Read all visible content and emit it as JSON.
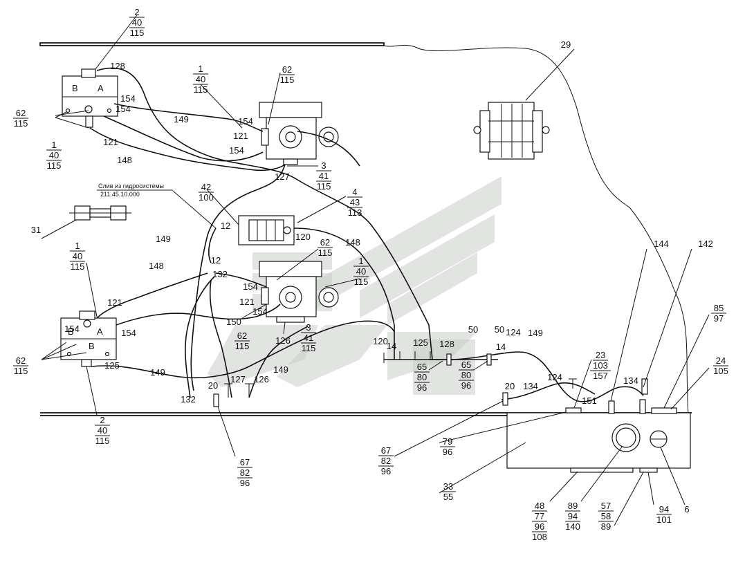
{
  "caption": {
    "line1": "Слив из гидросистемы",
    "line2": "211.45.10.000"
  },
  "callouts": [
    {
      "id": "c_2_top",
      "lines": [
        "2",
        "40",
        "115"
      ]
    },
    {
      "id": "c_128_top",
      "lines": [
        "128"
      ]
    },
    {
      "id": "c_1_top",
      "lines": [
        "1",
        "40",
        "115"
      ]
    },
    {
      "id": "c_62_topright",
      "lines": [
        "62",
        "115"
      ]
    },
    {
      "id": "c_29",
      "lines": [
        "29"
      ]
    },
    {
      "id": "c_154_a",
      "lines": [
        "154"
      ]
    },
    {
      "id": "c_154_b",
      "lines": [
        "154"
      ]
    },
    {
      "id": "c_62_left",
      "lines": [
        "62",
        "115"
      ]
    },
    {
      "id": "c_149_a",
      "lines": [
        "149"
      ]
    },
    {
      "id": "c_154_c",
      "lines": [
        "154"
      ]
    },
    {
      "id": "c_121_a",
      "lines": [
        "121"
      ]
    },
    {
      "id": "c_154_d",
      "lines": [
        "154"
      ]
    },
    {
      "id": "c_121_b",
      "lines": [
        "121"
      ]
    },
    {
      "id": "c_1_left",
      "lines": [
        "1",
        "40",
        "115"
      ]
    },
    {
      "id": "c_148_a",
      "lines": [
        "148"
      ]
    },
    {
      "id": "c_127_a",
      "lines": [
        "127"
      ]
    },
    {
      "id": "c_3_top",
      "lines": [
        "3",
        "41",
        "115"
      ]
    },
    {
      "id": "c_42",
      "lines": [
        "42",
        "100"
      ]
    },
    {
      "id": "c_4",
      "lines": [
        "4",
        "43",
        "113"
      ]
    },
    {
      "id": "c_31",
      "lines": [
        "31"
      ]
    },
    {
      "id": "c_12_a",
      "lines": [
        "12"
      ]
    },
    {
      "id": "c_120_a",
      "lines": [
        "120"
      ]
    },
    {
      "id": "c_149_b",
      "lines": [
        "149"
      ]
    },
    {
      "id": "c_12_b",
      "lines": [
        "12"
      ]
    },
    {
      "id": "c_62_mid",
      "lines": [
        "62",
        "115"
      ]
    },
    {
      "id": "c_148_b",
      "lines": [
        "148"
      ]
    },
    {
      "id": "c_1_mid",
      "lines": [
        "1",
        "40",
        "115"
      ]
    },
    {
      "id": "c_148_c",
      "lines": [
        "148"
      ]
    },
    {
      "id": "c_132_a",
      "lines": [
        "132"
      ]
    },
    {
      "id": "c_154_e",
      "lines": [
        "154"
      ]
    },
    {
      "id": "c_1_lower",
      "lines": [
        "1",
        "40",
        "115"
      ]
    },
    {
      "id": "c_121_c",
      "lines": [
        "121"
      ]
    },
    {
      "id": "c_121_d",
      "lines": [
        "121"
      ]
    },
    {
      "id": "c_154_f",
      "lines": [
        "154"
      ]
    },
    {
      "id": "c_150",
      "lines": [
        "150"
      ]
    },
    {
      "id": "c_3_mid",
      "lines": [
        "3",
        "41",
        "115"
      ]
    },
    {
      "id": "c_154_g",
      "lines": [
        "154"
      ]
    },
    {
      "id": "c_126_a",
      "lines": [
        "126"
      ]
    },
    {
      "id": "c_62_low",
      "lines": [
        "62",
        "115"
      ]
    },
    {
      "id": "c_154_h",
      "lines": [
        "154"
      ]
    },
    {
      "id": "c_62_leftlow",
      "lines": [
        "62",
        "115"
      ]
    },
    {
      "id": "c_125_a",
      "lines": [
        "125"
      ]
    },
    {
      "id": "c_149_c",
      "lines": [
        "149"
      ]
    },
    {
      "id": "c_2_bottom",
      "lines": [
        "2",
        "40",
        "115"
      ]
    },
    {
      "id": "c_120_b",
      "lines": [
        "120"
      ]
    },
    {
      "id": "c_125_b",
      "lines": [
        "125"
      ]
    },
    {
      "id": "c_128_b",
      "lines": [
        "128"
      ]
    },
    {
      "id": "c_14_a",
      "lines": [
        "14"
      ]
    },
    {
      "id": "c_65_a",
      "lines": [
        "65",
        "80",
        "96"
      ]
    },
    {
      "id": "c_50_a",
      "lines": [
        "50"
      ]
    },
    {
      "id": "c_50_b",
      "lines": [
        "50"
      ]
    },
    {
      "id": "c_65_b",
      "lines": [
        "65",
        "80",
        "96"
      ]
    },
    {
      "id": "c_14_b",
      "lines": [
        "14"
      ]
    },
    {
      "id": "c_124_a",
      "lines": [
        "124"
      ]
    },
    {
      "id": "c_149_d",
      "lines": [
        "149"
      ]
    },
    {
      "id": "c_149_e",
      "lines": [
        "149"
      ]
    },
    {
      "id": "c_127_b",
      "lines": [
        "127"
      ]
    },
    {
      "id": "c_126_b",
      "lines": [
        "126"
      ]
    },
    {
      "id": "c_20_a",
      "lines": [
        "20"
      ]
    },
    {
      "id": "c_132_b",
      "lines": [
        "132"
      ]
    },
    {
      "id": "c_20_b",
      "lines": [
        "20"
      ]
    },
    {
      "id": "c_134_a",
      "lines": [
        "134"
      ]
    },
    {
      "id": "c_124_b",
      "lines": [
        "124"
      ]
    },
    {
      "id": "c_23",
      "lines": [
        "23",
        "103",
        "157"
      ]
    },
    {
      "id": "c_134_b",
      "lines": [
        "134"
      ]
    },
    {
      "id": "c_151",
      "lines": [
        "151"
      ]
    },
    {
      "id": "c_144",
      "lines": [
        "144"
      ]
    },
    {
      "id": "c_142",
      "lines": [
        "142"
      ]
    },
    {
      "id": "c_85",
      "lines": [
        "85",
        "97"
      ]
    },
    {
      "id": "c_24",
      "lines": [
        "24",
        "105"
      ]
    },
    {
      "id": "c_67_left",
      "lines": [
        "67",
        "82",
        "96"
      ]
    },
    {
      "id": "c_67_mid",
      "lines": [
        "67",
        "82",
        "96"
      ]
    },
    {
      "id": "c_79",
      "lines": [
        "79",
        "96"
      ]
    },
    {
      "id": "c_33",
      "lines": [
        "33",
        "55"
      ]
    },
    {
      "id": "c_48",
      "lines": [
        "48",
        "77",
        "96",
        "108"
      ]
    },
    {
      "id": "c_89",
      "lines": [
        "89",
        "94",
        "140"
      ]
    },
    {
      "id": "c_57",
      "lines": [
        "57",
        "58",
        "89"
      ]
    },
    {
      "id": "c_94",
      "lines": [
        "94",
        "101"
      ]
    },
    {
      "id": "c_6",
      "lines": [
        "6"
      ]
    }
  ],
  "component_marks": {
    "valve_top_left": "B",
    "valve_top_right": "A",
    "valve_low_left": "B",
    "valve_low_mid": "A",
    "valve_low_bottom": "B"
  }
}
